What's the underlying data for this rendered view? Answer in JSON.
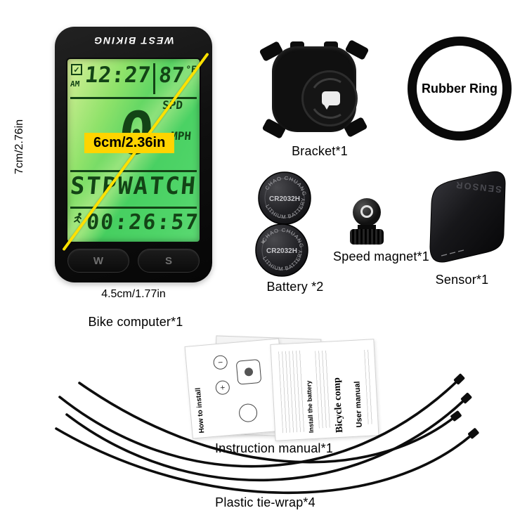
{
  "bike_computer": {
    "caption": "Bike computer*1",
    "brand": "WEST BIKING",
    "dim_height": "7cm/2.76in",
    "dim_width": "4.5cm/1.77in",
    "dim_diagonal": "6cm/2.36in",
    "lcd": {
      "check": "✓",
      "am": "AM",
      "time": "12:27",
      "temp": "87",
      "temp_unit": "°F",
      "spd": "SPD",
      "speed": "0",
      "mph": "MPH",
      "mode": "STPWATCH",
      "stopwatch": "00:26:57"
    },
    "button_left_icon": "W",
    "button_right_icon": "S"
  },
  "bracket": {
    "caption": "Bracket*1"
  },
  "rubber_ring": {
    "label": "Rubber Ring"
  },
  "batteries": {
    "caption": "Battery *2",
    "model": "CR2032H",
    "ring_top": "CHAO CHUANG",
    "ring_bottom": "LITHIUM BATTERY",
    "plus": "+"
  },
  "speed_magnet": {
    "caption": "Speed magnet*1"
  },
  "sensor": {
    "caption": "Sensor*1",
    "embossed": "SENSOR"
  },
  "manual": {
    "caption": "Instruction manual*1",
    "page1_title": "How to install",
    "minus": "−",
    "plus": "+",
    "page2_text1": "Install the battery",
    "page2_text2": "Bicycle comp",
    "page2_text3": "User manual"
  },
  "tie_wraps": {
    "caption": "Plastic tie-wrap*4"
  },
  "colors": {
    "lcd_text": "#134416",
    "lcd_green": "#46cf60",
    "highlight_yellow": "#ffd400"
  }
}
